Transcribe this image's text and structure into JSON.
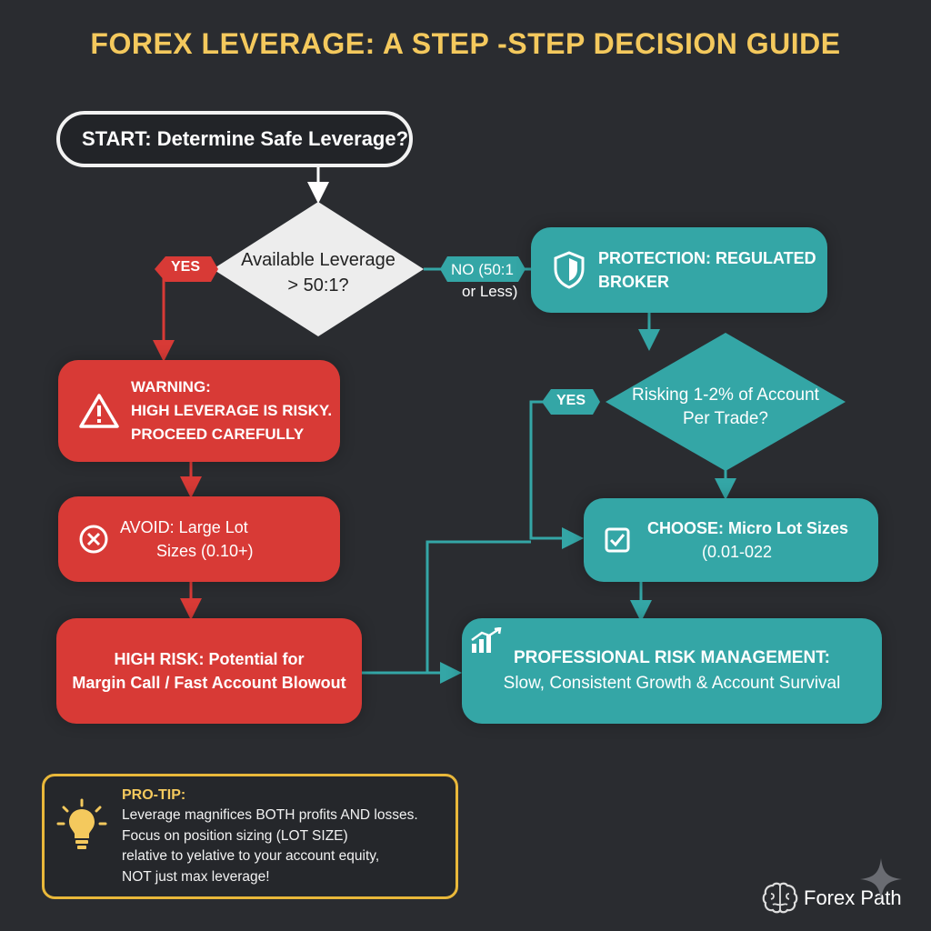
{
  "title": "FOREX LEVERAGE: A STEP  -STEP DECISION GUIDE",
  "start": "START: Determine Safe Leverage?",
  "decision1": {
    "line1": "Available Leverage",
    "line2": "> 50:1?"
  },
  "yes_label": "YES",
  "no_label": {
    "line1": "NO (50:1",
    "line2": "or Less)"
  },
  "protection": {
    "line1": "PROTECTION: REGULATED",
    "line2": "BROKER"
  },
  "decision2": {
    "line1": "Risking 1-2% of Account",
    "line2": "Per Trade?"
  },
  "yes_label2": "YES",
  "warning": {
    "line1": "WARNING:",
    "line2": "HIGH LEVERAGE IS RISKY.",
    "line3": "PROCEED CAREFULLY"
  },
  "avoid": {
    "line1": "AVOID: Large Lot",
    "line2": "Sizes (0.10+)"
  },
  "choose": {
    "line1": "CHOOSE: Micro Lot Sizes",
    "line2": "(0.01-022"
  },
  "high_risk": {
    "line1": "HIGH RISK: Potential for",
    "line2": "Margin Call / Fast Account Blowout"
  },
  "pro": {
    "line1": "PROFESSIONAL RISK MANAGEMENT:",
    "line2": "Slow, Consistent Growth & Account Survival"
  },
  "protip": {
    "heading": "PRO-TIP:",
    "line1": "Leverage magnifices BOTH profits AND losses.",
    "line2": "Focus on position sizing (LOT SIZE)",
    "line3": "relative to yelative to your account equity,",
    "line4": "NOT just max leverage!"
  },
  "logo": "Forex Path",
  "colors": {
    "red": "#d83a36",
    "teal": "#34a6a6",
    "gold": "#f4c95d",
    "background": "#2a2c30"
  },
  "icons": [
    "warning-icon",
    "x-circle-icon",
    "shield-icon",
    "checkbox-icon",
    "chart-icon",
    "lightbulb-icon",
    "brain-icon",
    "sparkle-icon"
  ]
}
